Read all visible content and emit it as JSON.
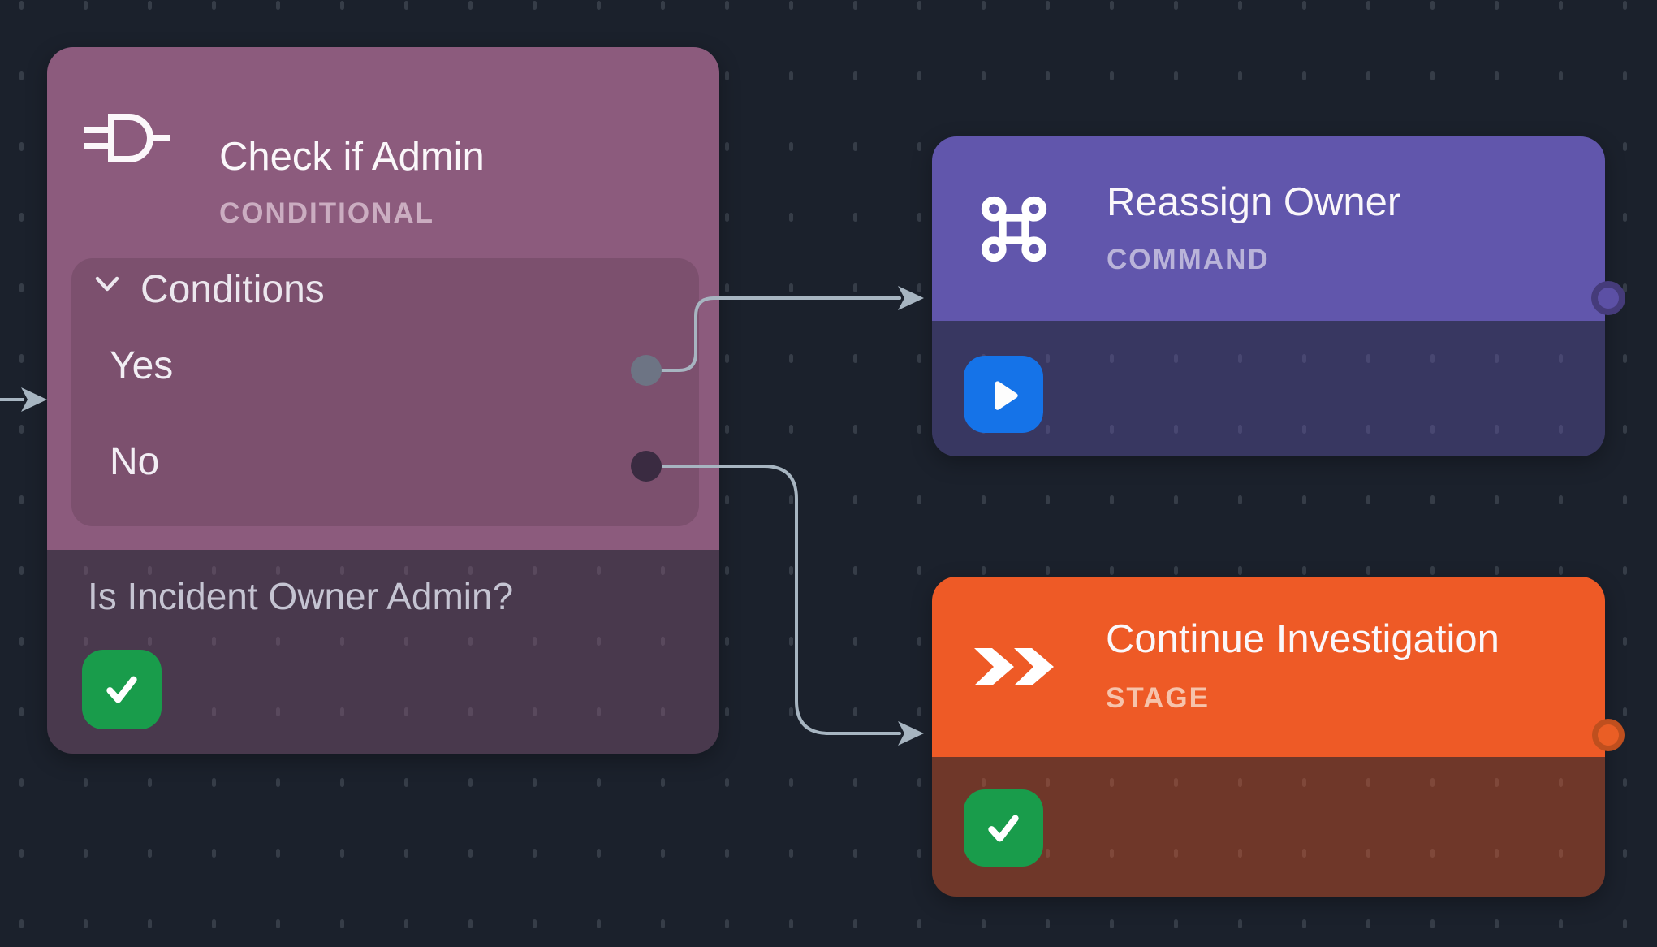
{
  "app": {
    "view": "workflow-canvas"
  },
  "colors": {
    "background": "#1b212c",
    "grid_dash": "#3e4450",
    "edge": "#a7b5c1",
    "conditional_header": "#8c5b7d",
    "conditional_panel": "#7c506e",
    "command_header": "#6156ac",
    "stage_header": "#ee5a26",
    "success_green": "#199c4b",
    "play_blue": "#1573e8",
    "yes_port": "#6d7484",
    "no_port": "#3a2b41"
  },
  "nodes": {
    "conditional": {
      "title": "Check if Admin",
      "type_label": "CONDITIONAL",
      "conditions_label": "Conditions",
      "branches": [
        {
          "label": "Yes"
        },
        {
          "label": "No"
        }
      ],
      "description": "Is Incident Owner Admin?"
    },
    "command": {
      "title": "Reassign Owner",
      "type_label": "COMMAND"
    },
    "stage": {
      "title": "Continue Investigation",
      "type_label": "STAGE"
    }
  }
}
